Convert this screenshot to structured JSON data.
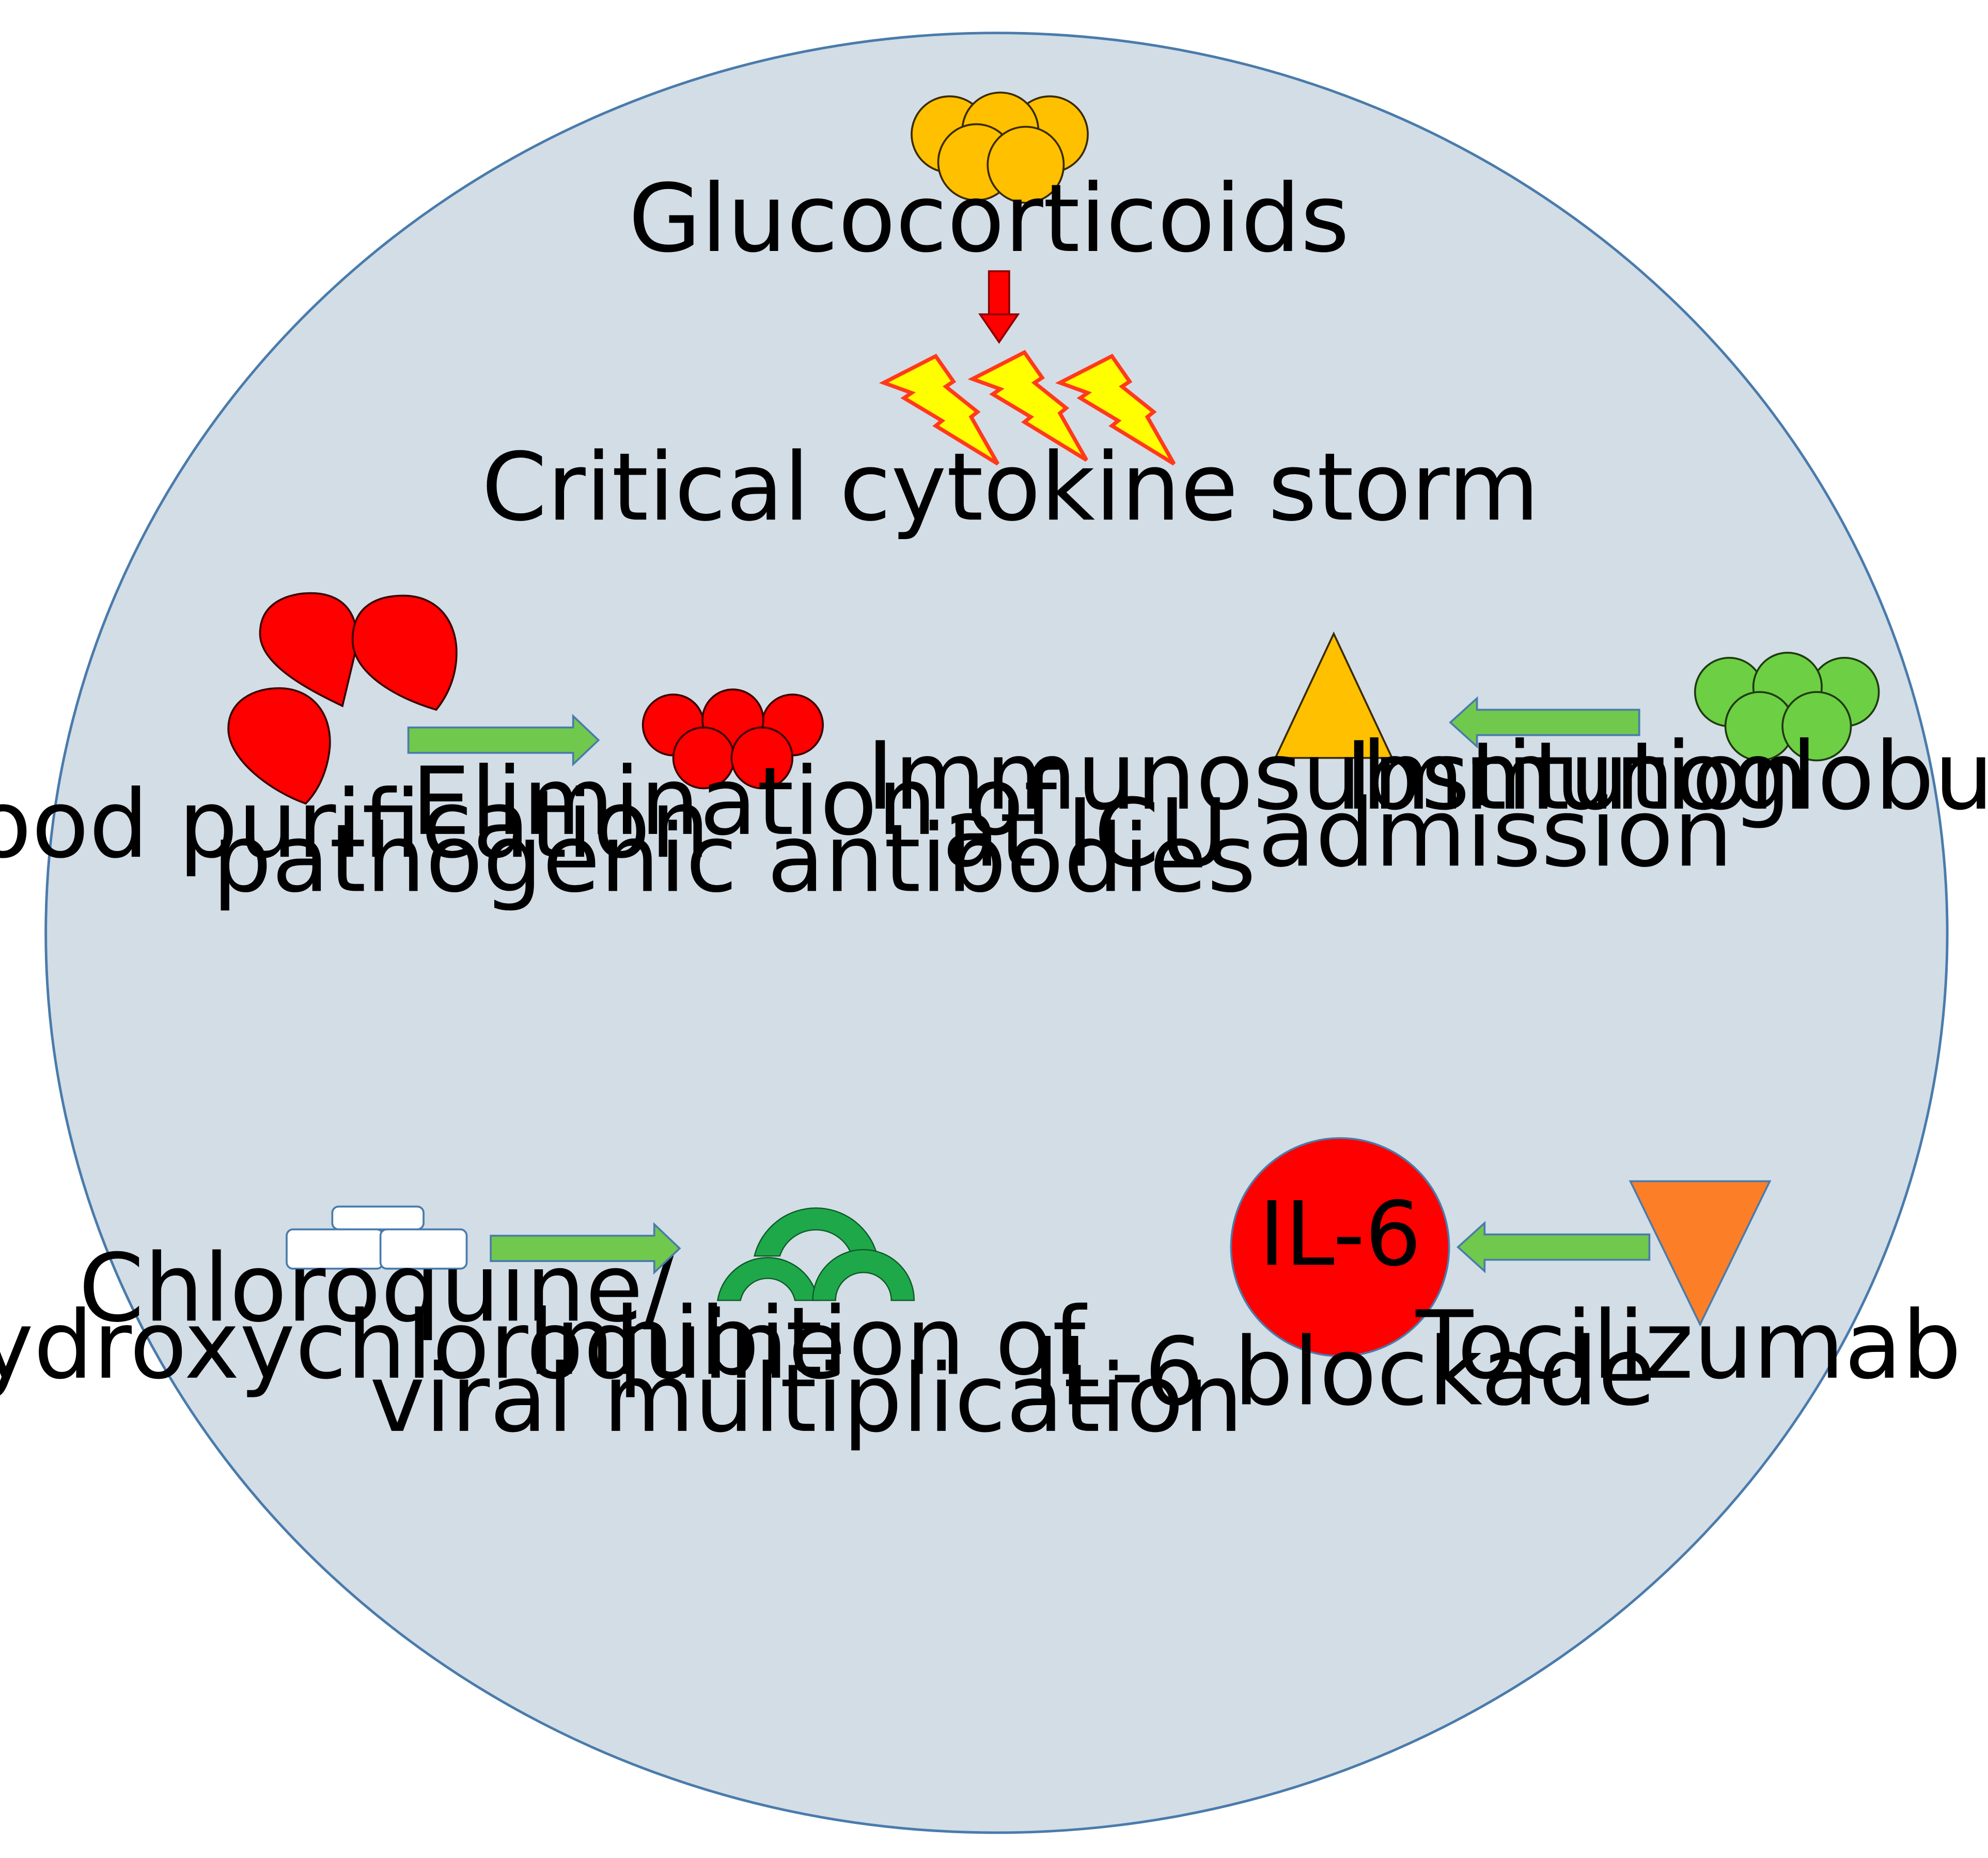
{
  "labels": {
    "glucocorticoids": "Glucocorticoids",
    "cytokine_storm": "Critical cytokine storm",
    "blood_purification": "Blood purification",
    "elimination_line1": "Elimination of",
    "elimination_line2": "pathogenic antibodies",
    "immunosubstitution_line1": "Immunosubstitution",
    "immunosubstitution_line2": "at ICU admission",
    "immunoglobulins": "Immunoglobulins",
    "chloroquine_line1": "Chloroquine/",
    "chloroquine_line2": "Hydroxychloroquine",
    "inhibition_line1": "Inhibition of",
    "inhibition_line2": "viral multiplication",
    "il6_circle_text": "IL-6",
    "il6_blockade": "IL-6 blockade",
    "tocilizumab": "Tocilizumab"
  },
  "colors": {
    "background_circle": "#d2dde6",
    "circle_border": "#4a7bab",
    "gold": "#ffc000",
    "red": "#ff0000",
    "green_light": "#6dcf44",
    "green_dark": "#1ea84a",
    "arrow_green": "#70c94c",
    "orange": "#fc7f28",
    "lightning_yellow": "#ffff00"
  }
}
